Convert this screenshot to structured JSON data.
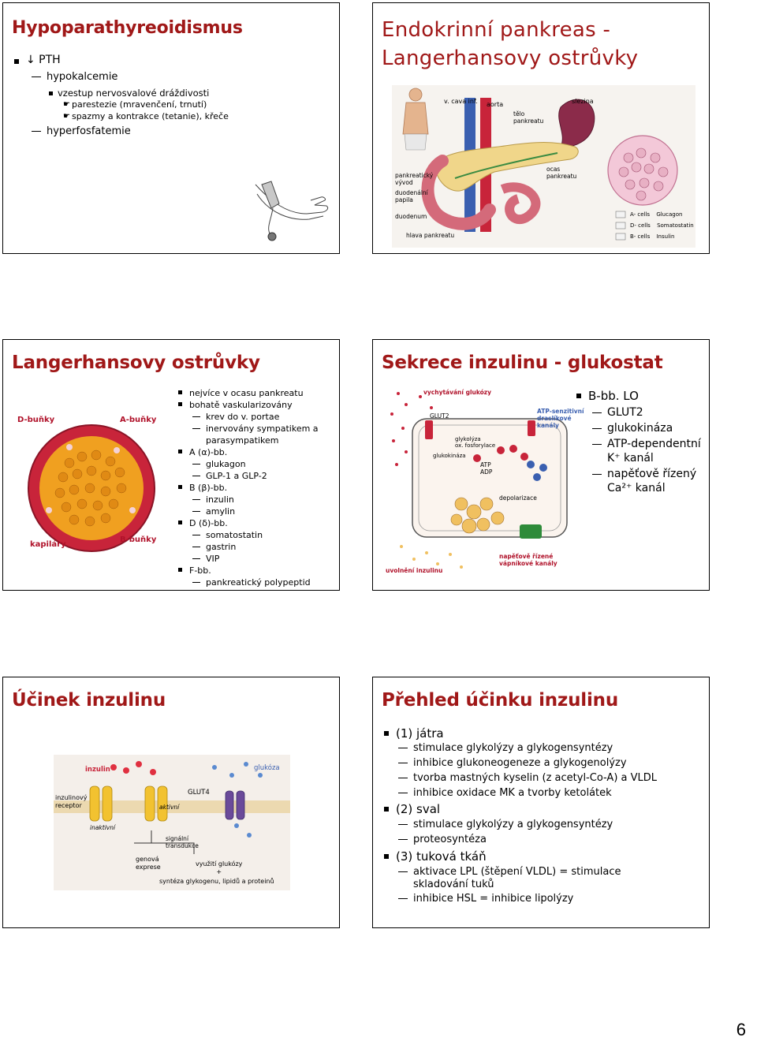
{
  "slide1": {
    "title": "Hypoparathyreoidismus",
    "b1": "↓ PTH",
    "b1a": "hypokalcemie",
    "b1a1": "vzestup nervosvalové dráždivosti",
    "b1a1a": "parestezie (mravenčení, trnutí)",
    "b1a1b": "spazmy a kontrakce (tetanie), křeče",
    "b1b": "hyperfosfatemie"
  },
  "slide2": {
    "title_line1": "Endokrinní pankreas -",
    "title_line2": "Langerhansovy ostrůvky",
    "lbl_vcava": "v. cava inf.",
    "lbl_aorta": "aorta",
    "lbl_slezina": "slezina",
    "lbl_telo": "tělo",
    "lbl_telo2": "pankreatu",
    "lbl_vyvod1": "pankreatický",
    "lbl_vyvod2": "vývod",
    "lbl_papila1": "duodenální",
    "lbl_papila2": "papila",
    "lbl_ocas1": "ocas",
    "lbl_ocas2": "pankreatu",
    "lbl_duodenum": "duodenum",
    "lbl_hlava": "hlava pankreatu",
    "leg_a": "A- cells",
    "leg_a2": "Glucagon",
    "leg_d": "D- cells",
    "leg_d2": "Somatostatin",
    "leg_b": "B- cells",
    "leg_b2": "Insulin"
  },
  "slide3": {
    "title": "Langerhansovy ostrůvky",
    "lbl_d": "D-buňky",
    "lbl_a": "A-buňky",
    "lbl_kap": "kapiláry",
    "lbl_b": "B-buňky",
    "items": [
      "nejvíce v ocasu pankreatu",
      "bohatě vaskularizovány",
      "krev do v. portae",
      "inervovány sympatikem a",
      "parasympatikem",
      "A (α)-bb.",
      "glukagon",
      "GLP-1 a GLP-2",
      "B (β)-bb.",
      "inzulin",
      "amylin",
      "D (δ)-bb.",
      "somatostatin",
      "gastrin",
      "VIP",
      "F-bb.",
      "pankreatický polypeptid"
    ]
  },
  "slide4": {
    "title": "Sekrece inzulinu - glukostat",
    "d_vych": "vychytávání glukózy",
    "d_atp1": "ATP-senzitivní",
    "d_atp2": "draslíkové",
    "d_atp3": "kanály",
    "d_glut2": "GLUT2",
    "d_glyk1": "glykolýza",
    "d_glyk2": "ox. fosforylace",
    "d_gluk": "glukokináza",
    "d_atp": "ATP",
    "d_adp": "ADP",
    "d_depol": "depolarizace",
    "d_nap1": "napěťově řízené",
    "d_nap2": "vápníkové kanály",
    "d_uvol": "uvolnění inzulinu",
    "b1": "B-bb. LO",
    "s1": "GLUT2",
    "s2": "glukokináza",
    "s3a": "ATP-dependentní",
    "s3b": "K⁺ kanál",
    "s4a": "napěťově řízený",
    "s4b": "Ca²⁺ kanál"
  },
  "slide5": {
    "title": "Účinek inzulinu",
    "d_inzulin": "inzulin",
    "d_glukoza": "glukóza",
    "d_rec1": "inzulinový",
    "d_rec2": "receptor",
    "d_glut4": "GLUT4",
    "d_aktivni": "aktivní",
    "d_inaktivni": "inaktivní",
    "d_sig1": "signální",
    "d_sig2": "transdukce",
    "d_gen1": "genová",
    "d_gen2": "exprese",
    "d_vyuz": "využití glukózy",
    "d_plus": "+",
    "d_synt": "syntéza glykogenu, lipidů a proteinů"
  },
  "slide6": {
    "title": "Přehled účinku inzulinu",
    "h1": "(1) játra",
    "h1a": "stimulace glykolýzy a glykogensyntézy",
    "h1b": "inhibice glukoneogeneze a glykogenolýzy",
    "h1c": "tvorba mastných kyselin (z acetyl-Co-A) a VLDL",
    "h1d": "inhibice oxidace MK a tvorby ketolátek",
    "h2": "(2) sval",
    "h2a": "stimulace glykolýzy a glykogensyntézy",
    "h2b": "proteosyntéza",
    "h3": "(3) tuková tkáň",
    "h3a1": "aktivace LPL (štěpení VLDL) = stimulace",
    "h3a2": "skladování tuků",
    "h3b": "inhibice HSL = inhibice lipolýzy"
  },
  "page_number": "6",
  "colors": {
    "title": "#a01818",
    "islet_red": "#c8243a",
    "alpha_cell": "#f0a020",
    "duct": "#2e8b3a"
  }
}
